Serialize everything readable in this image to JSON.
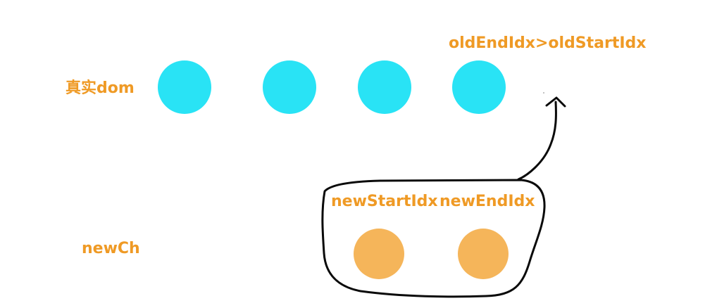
{
  "labels": {
    "condition": "oldEndIdx>oldStartIdx",
    "real_dom": "真实dom",
    "new_start_idx": "newStartIdx",
    "new_end_idx": "newEndIdx",
    "new_ch": "newCh"
  },
  "real_dom_node_count": 4,
  "new_ch_node_count": 2,
  "colors": {
    "label": "#ef9a25",
    "real_dom_node": "#29e3f5",
    "new_ch_node": "#f5b55a",
    "outline": "#0a0a0a"
  }
}
